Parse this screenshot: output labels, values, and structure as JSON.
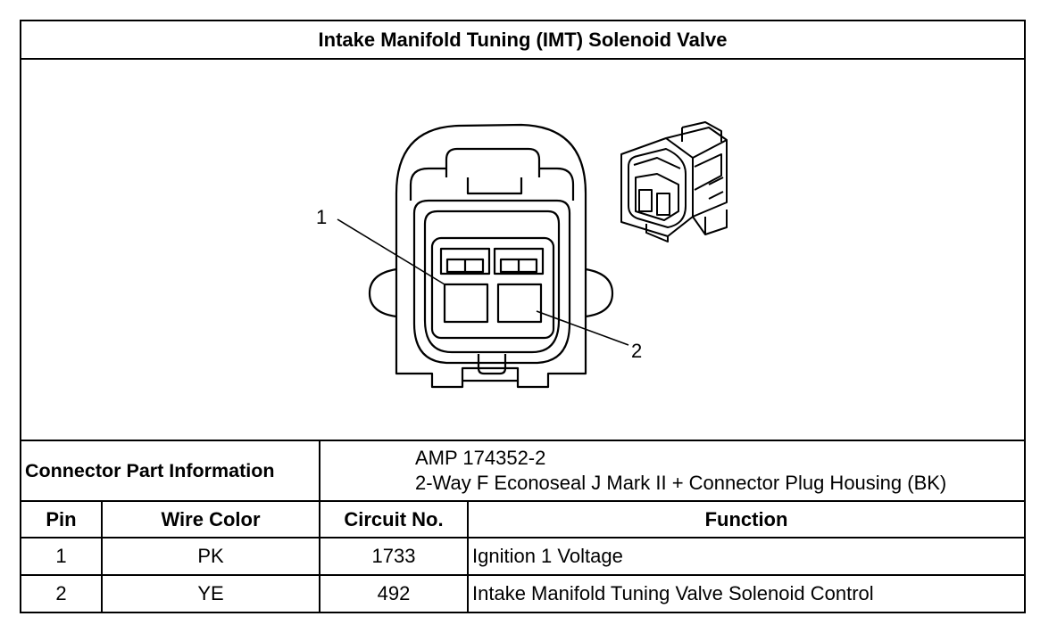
{
  "title": "Intake Manifold Tuning (IMT) Solenoid Valve",
  "diagram": {
    "callouts": [
      "1",
      "2"
    ]
  },
  "connector": {
    "label": "Connector Part Information",
    "part_number": "AMP 174352-2",
    "description": "2-Way F Econoseal J Mark II + Connector Plug Housing (BK)"
  },
  "table": {
    "headers": [
      "Pin",
      "Wire Color",
      "Circuit No.",
      "Function"
    ],
    "rows": [
      [
        "1",
        "PK",
        "1733",
        "Ignition 1 Voltage"
      ],
      [
        "2",
        "YE",
        "492",
        "Intake Manifold Tuning Valve Solenoid Control"
      ]
    ]
  }
}
